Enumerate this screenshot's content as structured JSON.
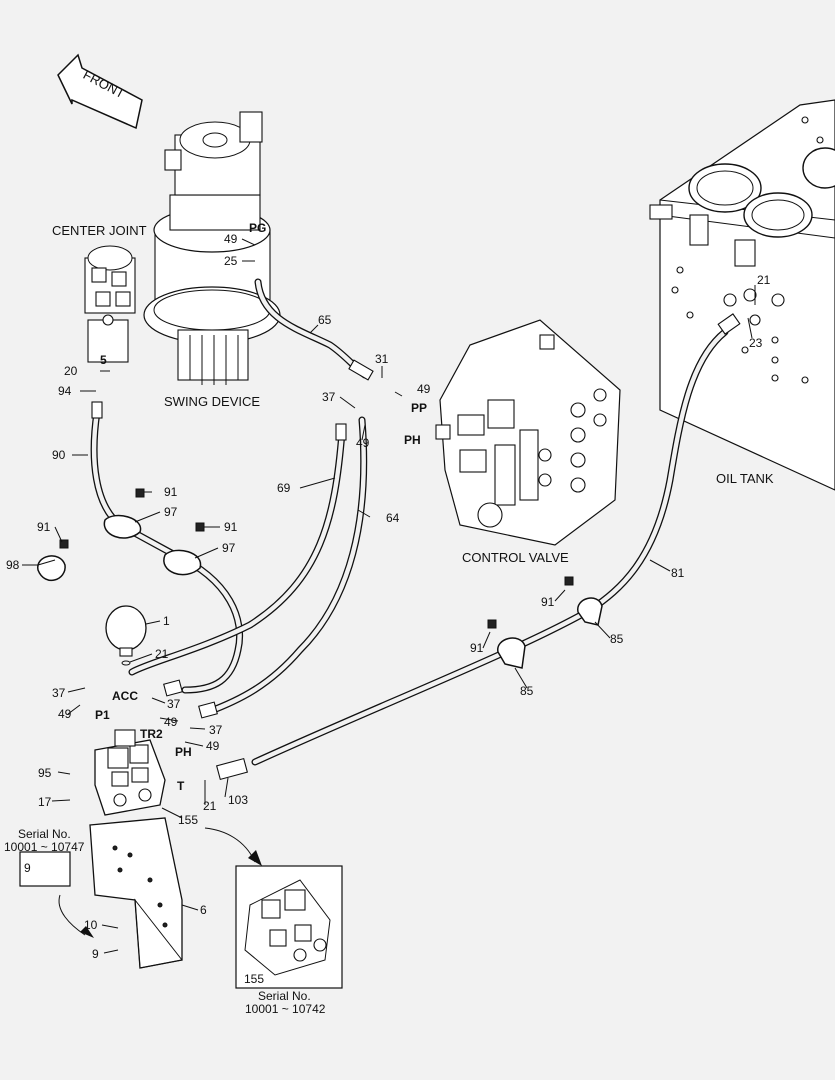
{
  "direction": "FRONT",
  "components": {
    "center_joint": "CENTER JOINT",
    "swing_device": "SWING DEVICE",
    "control_valve": "CONTROL VALVE",
    "oil_tank": "OIL TANK"
  },
  "ports": {
    "pg": "PG",
    "pp": "PP",
    "ph_top": "PH",
    "acc": "ACC",
    "p1": "P1",
    "tr2": "TR2",
    "ph_low": "PH",
    "t": "T"
  },
  "callouts": {
    "c1": "1",
    "c5": "5",
    "c6": "6",
    "c9a": "9",
    "c9b": "9",
    "c10": "10",
    "c17": "17",
    "c20": "20",
    "c21a": "21",
    "c21b": "21",
    "c21c": "21",
    "c23": "23",
    "c25": "25",
    "c31": "31",
    "c37a": "37",
    "c37b": "37",
    "c37c": "37",
    "c37d": "37",
    "c49a": "49",
    "c49b": "49",
    "c49c": "49",
    "c49d": "49",
    "c49e": "49",
    "c49f": "49",
    "c64": "64",
    "c65": "65",
    "c69": "69",
    "c81": "81",
    "c85a": "85",
    "c85b": "85",
    "c90": "90",
    "c91a": "91",
    "c91b": "91",
    "c91c": "91",
    "c91d": "91",
    "c91e": "91",
    "c94": "94",
    "c95": "95",
    "c97a": "97",
    "c97b": "97",
    "c98": "98",
    "c103": "103",
    "c155a": "155",
    "c155b": "155"
  },
  "serial_notes": {
    "left": {
      "title": "Serial No.",
      "range": "10001 ~ 10747"
    },
    "bottom": {
      "title": "Serial No.",
      "range": "10001 ~ 10742"
    }
  }
}
